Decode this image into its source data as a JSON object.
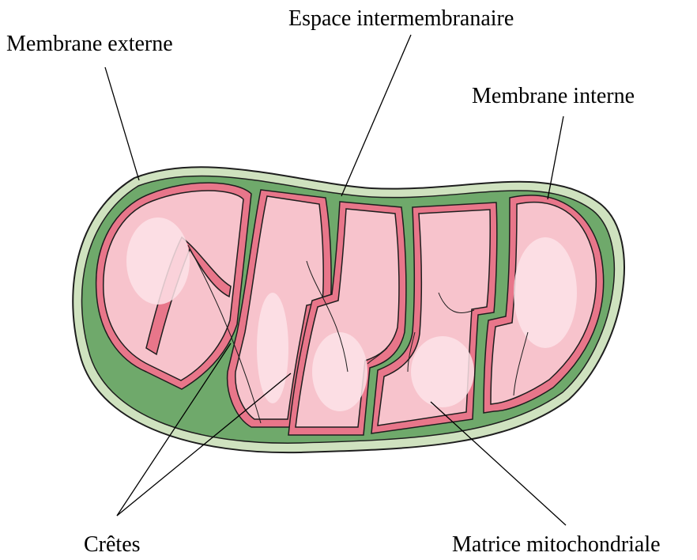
{
  "diagram": {
    "labels": {
      "outer_membrane": "Membrane externe",
      "intermembrane_space": "Espace intermembranaire",
      "inner_membrane": "Membrane interne",
      "cristae": "Crêtes",
      "matrix": "Matrice mitochondriale"
    },
    "colors": {
      "outer_membrane_edge": "#cfe2bf",
      "intermembrane_space": "#6fa96b",
      "inner_membrane": "#e8768a",
      "matrix": "#f7c3cc",
      "matrix_highlight": "#fde3e8",
      "outline": "#1e1e1e"
    }
  }
}
